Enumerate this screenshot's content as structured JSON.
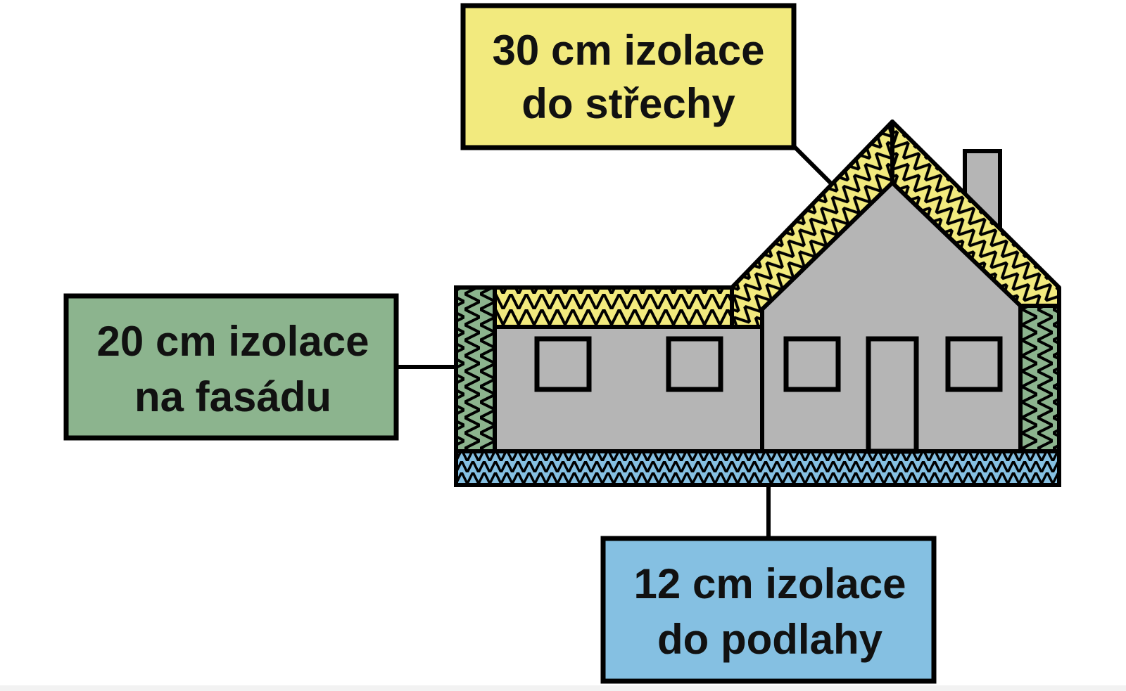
{
  "diagram": {
    "colors": {
      "roof": "#f2ea7e",
      "facade": "#8cb48e",
      "floor": "#85c0e2",
      "house": "#b5b5b5",
      "outline": "#000000"
    },
    "labels": {
      "roof": {
        "line1": "30 cm izolace",
        "line2": "do střechy"
      },
      "facade": {
        "line1": "20 cm izolace",
        "line2": "na fasádu"
      },
      "floor": {
        "line1": "12 cm izolace",
        "line2": "do podlahy"
      }
    }
  }
}
